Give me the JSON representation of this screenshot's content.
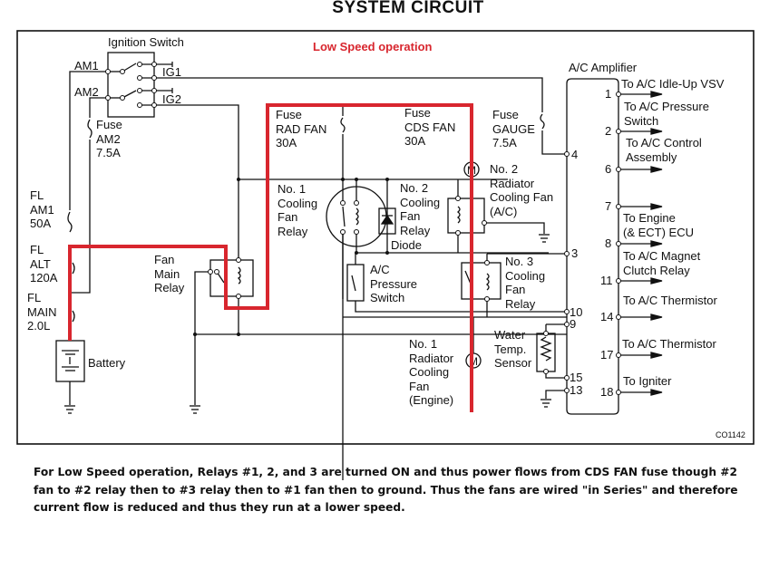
{
  "title": "SYSTEM CIRCUIT",
  "subtitle": "Low Speed operation",
  "figure_code": "CO1142",
  "highlight_color": "#d8262e",
  "line_color": "#111111",
  "components": {
    "ignition_switch": "Ignition Switch",
    "am1": "AM1",
    "am2": "AM2",
    "ig1": "IG1",
    "ig2": "IG2",
    "fuse_am2": "Fuse\nAM2\n7.5A",
    "fl_am1": "FL\nAM1\n50A",
    "fl_alt": "FL\nALT\n120A",
    "fl_main": "FL\nMAIN\n2.0L",
    "battery": "Battery",
    "fan_main_relay": "Fan\nMain\nRelay",
    "fuse_rad_fan": "Fuse\nRAD FAN\n30A",
    "fuse_cds_fan": "Fuse\nCDS FAN\n30A",
    "fuse_gauge": "Fuse\nGAUGE\n7.5A",
    "no1_cooling_fan_relay": "No. 1\nCooling\nFan\nRelay",
    "no2_cooling_fan_relay": "No. 2\nCooling\nFan\nRelay",
    "diode": "Diode",
    "no2_radiator_fan": "No. 2\nRadiator\nCooling Fan\n(A/C)",
    "ac_pressure_switch": "A/C\nPressure\nSwitch",
    "no3_cooling_fan_relay": "No. 3\nCooling\nFan\nRelay",
    "no1_radiator_fan": "No. 1\nRadiator\nCooling\nFan\n(Engine)",
    "water_temp_sensor": "Water\nTemp.\nSensor",
    "ac_amplifier": "A/C Amplifier",
    "motor_symbol": "M"
  },
  "amplifier_left_pins": [
    "4",
    "3",
    "10",
    "9",
    "15",
    "13"
  ],
  "amplifier_right_pins": [
    {
      "pin": "1",
      "label": "To A/C Idle-Up VSV"
    },
    {
      "pin": "2",
      "label": "To A/C Pressure\nSwitch"
    },
    {
      "pin": "6",
      "label": "To A/C Control\nAssembly"
    },
    {
      "pin": "7",
      "label": ""
    },
    {
      "pin": "8",
      "label": "To Engine\n(& ECT) ECU"
    },
    {
      "pin": "11",
      "label": "To A/C Magnet\nClutch Relay"
    },
    {
      "pin": "14",
      "label": "To A/C Thermistor"
    },
    {
      "pin": "17",
      "label": "To A/C Thermistor"
    },
    {
      "pin": "18",
      "label": "To Igniter"
    }
  ],
  "caption": "For Low Speed operation, Relays #1, 2, and 3 are turned ON and thus power flows from CDS FAN fuse though #2 fan to #2 relay then to #3 relay then to #1 fan then to ground. Thus the fans are wired \"in Series\" and therefore current flow is reduced and thus they run at a lower speed."
}
